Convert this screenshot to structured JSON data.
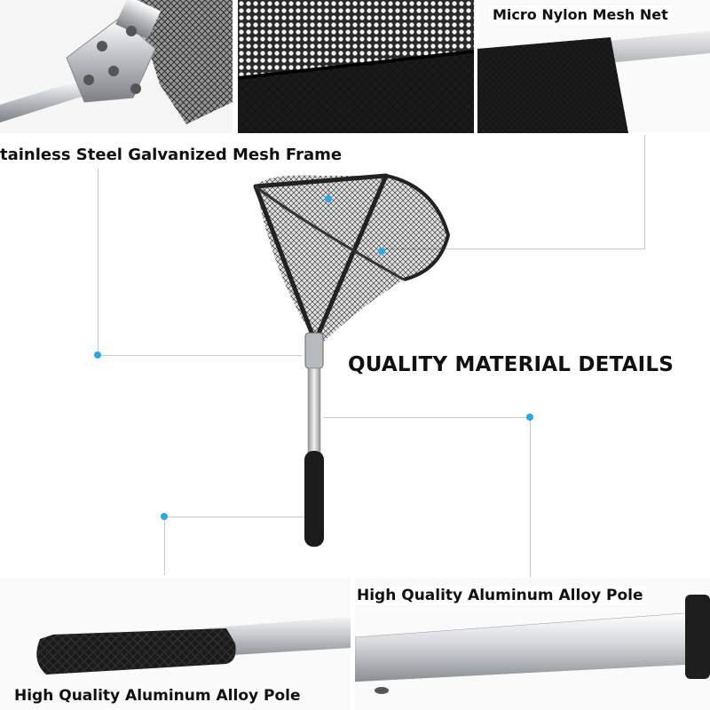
{
  "labels": {
    "frame": "tainless Steel Galvanized Mesh Frame",
    "mesh": "Micro Nylon Mesh Net",
    "headline": "QUALITY MATERIAL DETAILS",
    "pole_right": "High Quality Aluminum Alloy Pole",
    "pole_left": "High Quality Aluminum Alloy Pole"
  },
  "colors": {
    "accent_dot": "#2aa8e6",
    "guide_line": "#c9c9c9",
    "mesh": "#1a1a1a",
    "pole": "#d8dbdd",
    "grip": "#1b1b1b"
  },
  "icons": {
    "callout": "callout-dot-icon"
  }
}
